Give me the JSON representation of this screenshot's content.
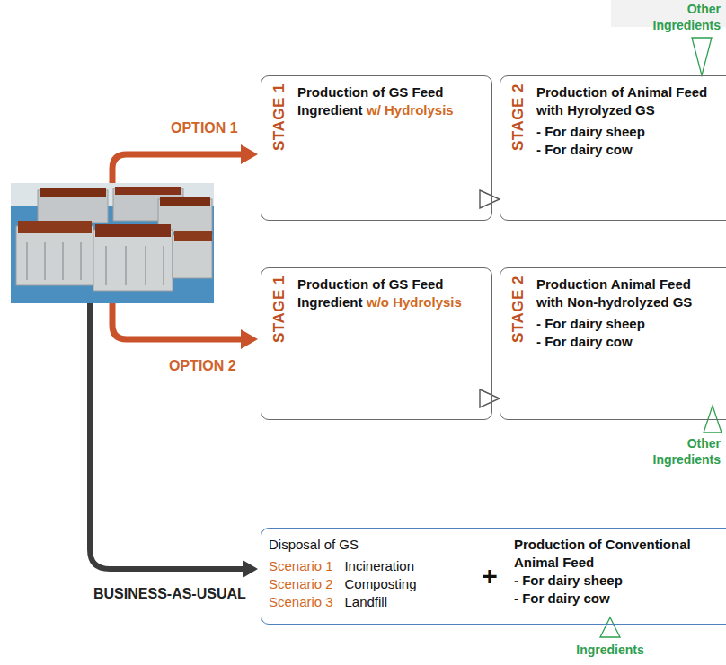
{
  "diagram": {
    "nodes": [
      {
        "text": [
          "STAGE 1",
          "Production of GS Feed Ingredient",
          "w/ Hydrolysis"
        ]
      },
      {
        "text": [
          "STAGE 2",
          "Production of Animal Feed with Hyrolyzed GS",
          "- For dairy sheep",
          "- For dairy cow"
        ]
      },
      {
        "text": [
          "STAGE 1",
          "Production of GS Feed Ingredient",
          "w/o Hydrolysis"
        ]
      },
      {
        "text": [
          "STAGE 2",
          "Production Animal Feed with Non-hydrolyzed GS",
          "- For dairy sheep",
          "- For dairy cow"
        ]
      },
      {
        "text": [
          "Disposal of GS",
          "Scenario 1",
          "Incineration",
          "Scenario 2",
          "Composting",
          "Scenario 3",
          "Landfill",
          "+",
          "Production of Conventional Animal Feed",
          "- For dairy sheep",
          "- For dairy cow"
        ]
      }
    ],
    "edges": [
      {
        "from": 0,
        "to": 1,
        "arrow": "to"
      },
      {
        "from": 2,
        "to": 3,
        "arrow": "to"
      }
    ],
    "labels": [
      "OPTION 1",
      "OPTION 2",
      "BUSINESS-AS-USUAL",
      "Other Ingredients",
      "Other Ingredients",
      "Ingredients"
    ]
  }
}
